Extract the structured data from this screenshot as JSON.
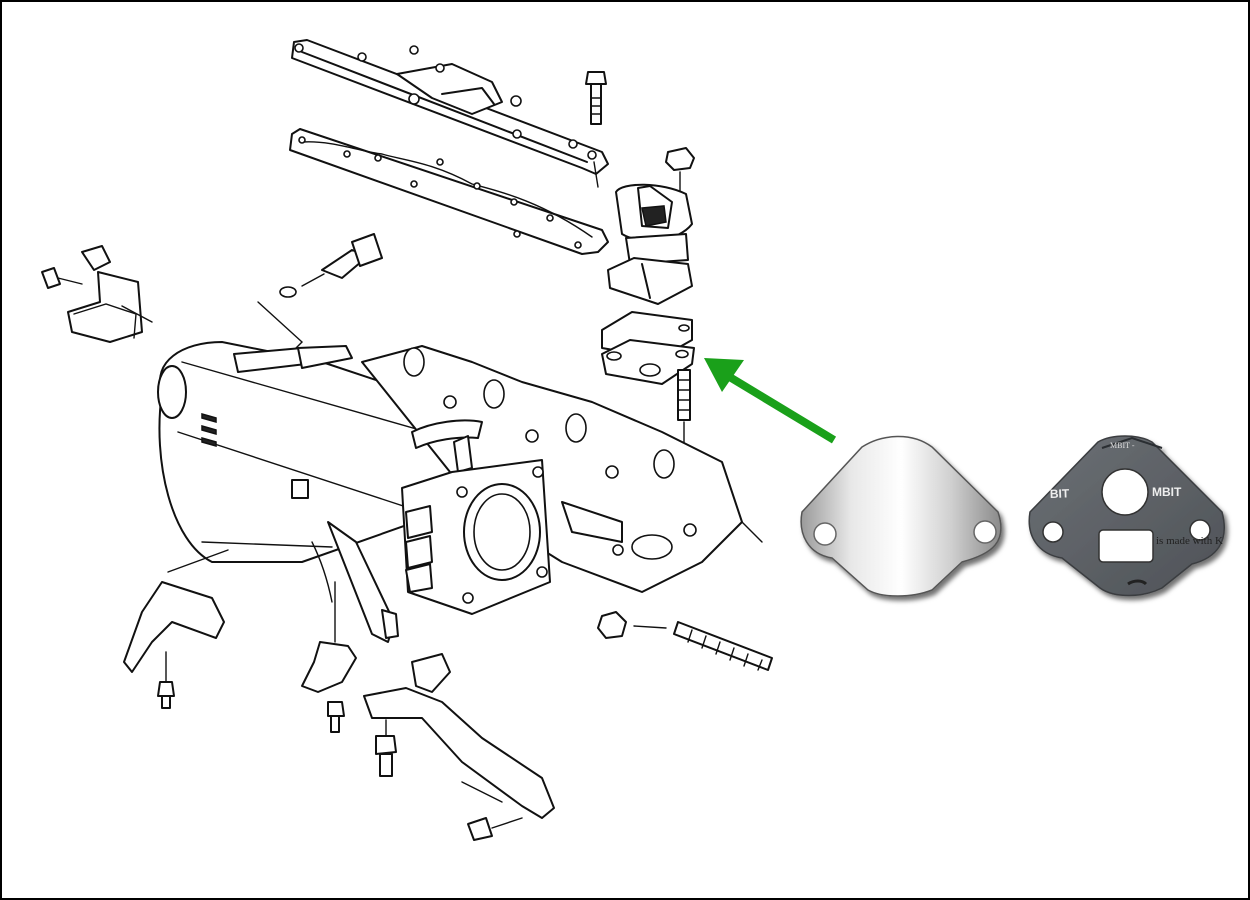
{
  "colors": {
    "arrow": "#1aa01a",
    "plate": "#c9c9c9",
    "gasket": "#5e6368"
  },
  "gasket_text": {
    "brand_left": "BIT",
    "brand_right": "MBIT",
    "line": "is made with K",
    "top_mark": "MBIT -"
  }
}
